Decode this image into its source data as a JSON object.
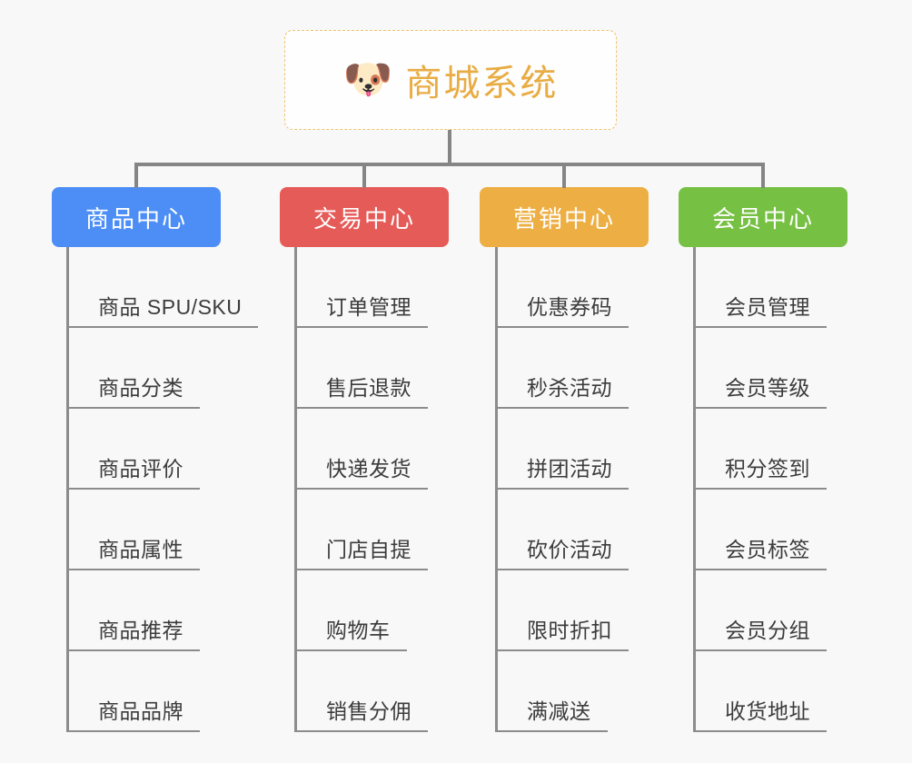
{
  "diagram": {
    "type": "org-tree",
    "background_color": "#f8f8f8",
    "root": {
      "title": "商城系统",
      "icon": "shiba-dog-face-icon",
      "icon_glyph": "🐶",
      "text_color": "#e8ac43",
      "border_color": "#efc271",
      "background_color": "#fefefe",
      "border_style": "dashed"
    },
    "connector_color": "#858585",
    "leaf_line_color": "#8c8c8c",
    "leaf_text_color": "#3c3c3c",
    "branches": [
      {
        "label": "商品中心",
        "color": "#4c8ef5",
        "text_color": "#ffffff",
        "items": [
          "商品 SPU/SKU",
          "商品分类",
          "商品评价",
          "商品属性",
          "商品推荐",
          "商品品牌"
        ]
      },
      {
        "label": "交易中心",
        "color": "#e55b58",
        "text_color": "#ffffff",
        "items": [
          "订单管理",
          "售后退款",
          "快递发货",
          "门店自提",
          "购物车",
          "销售分佣"
        ]
      },
      {
        "label": "营销中心",
        "color": "#edaf44",
        "text_color": "#ffffff",
        "items": [
          "优惠券码",
          "秒杀活动",
          "拼团活动",
          "砍价活动",
          "限时折扣",
          "满减送"
        ]
      },
      {
        "label": "会员中心",
        "color": "#76c043",
        "text_color": "#ffffff",
        "items": [
          "会员管理",
          "会员等级",
          "积分签到",
          "会员标签",
          "会员分组",
          "收货地址"
        ]
      }
    ]
  }
}
